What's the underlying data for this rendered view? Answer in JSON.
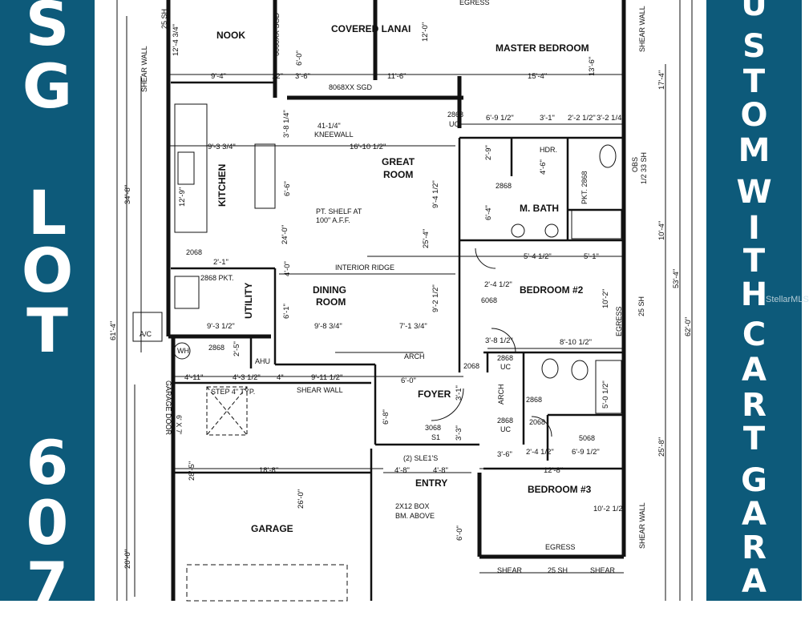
{
  "banner_left": {
    "letters": [
      "S",
      "G",
      "L",
      "O",
      "T",
      "6",
      "0",
      "7"
    ]
  },
  "banner_right": {
    "letters": [
      "U",
      "S",
      "T",
      "O",
      "M",
      "W",
      "I",
      "T",
      "H",
      "C",
      "A",
      "R",
      "T",
      "G",
      "A",
      "R",
      "A"
    ]
  },
  "watermark": "StellarMLS",
  "colors": {
    "banner": "#0d5a7a",
    "ink": "#111111"
  },
  "rooms": {
    "nook": "NOOK",
    "covered_lanai": "COVERED LANAI",
    "master_bedroom": "MASTER BEDROOM",
    "great_room_1": "GREAT",
    "great_room_2": "ROOM",
    "kitchen": "KITCHEN",
    "m_bath": "M. BATH",
    "dining_1": "DINING",
    "dining_2": "ROOM",
    "utility": "UTILITY",
    "bedroom2": "BEDROOM #2",
    "foyer": "FOYER",
    "entry": "ENTRY",
    "bedroom3": "BEDROOM #3",
    "garage": "GARAGE",
    "ac": "A/C",
    "wh": "WH"
  },
  "notes": {
    "sgd_top": "6068XX SGD",
    "sgd_mid": "8068XX SGD",
    "egress_top": "EGRESS",
    "egress_br2": "EGRESS",
    "egress_br3": "EGRESS",
    "shear_wall_tl": "SHEAR WALL",
    "shear_wall_tr": "SHEAR WALL",
    "shear_wall_mid": "SHEAR WALL",
    "shear_wall_br": "SHEAR WALL",
    "shear_b1": "SHEAR",
    "shear_b2": "SHEAR",
    "sh25_tl": "25 SH",
    "sh25_br2": "25 SH",
    "sh25_bottom": "25 SH",
    "sh33": "1/2 33 SH",
    "obs": "OBS",
    "kneewall_1": "41-1/4\"",
    "kneewall_2": "KNEEWALL",
    "shelf_1": "PT. SHELF AT",
    "shelf_2": "100\" A.F.F.",
    "interior_ridge": "INTERIOR RIDGE",
    "pkt_2868": "2868 PKT.",
    "hdr": "HDR.",
    "pkt_v": "PKT. 2868",
    "arch_1": "ARCH",
    "arch_2": "ARCH",
    "step": "STEP 4\" TYP.",
    "garage_door": "GARAGE DOOR",
    "box_beam_1": "2X12 BOX",
    "box_beam_2": "BM. ABOVE",
    "sles": "(2) SLE1'S",
    "ahu": "AHU",
    "d2868_1": "2868",
    "d2868_uc": "UC",
    "d2868_2": "2868",
    "d2068_1": "2068",
    "d6068": "6068",
    "d2868_3": "2868",
    "d2868_4": "2868",
    "d2068_2": "2068",
    "d2868_5": "2868",
    "d2868_6": "2868",
    "d2068_3": "2068",
    "d3068": "3068",
    "s1": "S1",
    "d5068": "5068",
    "uc2": "UC",
    "uc3": "UC",
    "dim_7x7": "6' X 7'"
  },
  "dims": {
    "d1": "12'-4 3/4\"",
    "d2": "9'-4\"",
    "d3": "12\"",
    "d4": "3'-6\"",
    "d5": "11'-6\"",
    "d6": "6'-0\"",
    "d7": "12'-0\"",
    "d8": "15'-4\"",
    "d9": "13'-6\"",
    "d10": "17'-4\"",
    "d11": "34'-8\"",
    "d12": "61'-4\"",
    "d13": "9'-3 3/4\"",
    "d14": "16'-10 1/2\"",
    "d15": "3'-8 1/4\"",
    "d16": "6'-9 1/2\"",
    "d17": "3'-1\"",
    "d18": "2'-2 1/2\"",
    "d19": "3'-2 1/4\"",
    "d20": "12'-9\"",
    "d21": "6'-6\"",
    "d22": "24'-0\"",
    "d23": "9'-4 1/2\"",
    "d24": "25'-4\"",
    "d25": "2'-9\"",
    "d26": "4'-6\"",
    "d27": "6'-4\"",
    "d28": "10'-4\"",
    "d29": "53'-4\"",
    "d30": "62'-0\"",
    "d31": "4'-0\"",
    "d32": "5'-4 1/2\"",
    "d33": "5'-1\"",
    "d34": "2'-4 1/2\"",
    "d35": "6'-1\"",
    "d36": "9'-2 1/2\"",
    "d37": "10'-2\"",
    "d38": "9'-3 1/2\"",
    "d39": "9'-8 3/4\"",
    "d40": "7'-1 3/4\"",
    "d41": "8'-10 1/2\"",
    "d42": "3'-8 1/2\"",
    "d43": "4'-11\"",
    "d44": "4'-3 1/2\"",
    "d45": "9'-11 1/2\"",
    "d46": "4\"",
    "d47": "6'-0\"",
    "d48": "2'-5\"",
    "d49": "5'-0 1/2\"",
    "d50": "28'-5\"",
    "d51": "18'-8\"",
    "d52": "26'-0\"",
    "d53": "6'-8\"",
    "d54": "3'-3\"",
    "d55": "4'-8\"",
    "d56": "4'-8\"",
    "d57": "3'-6\"",
    "d58": "2'-4 1/2\"",
    "d59": "6'-9 1/2\"",
    "d60": "12'-8\"",
    "d61": "10'-2 1/2\"",
    "d62": "25'-8\"",
    "d63": "6'-0\"",
    "d64": "20'-0\"",
    "d65": "2'-1\"",
    "d66": "3'-1\""
  }
}
